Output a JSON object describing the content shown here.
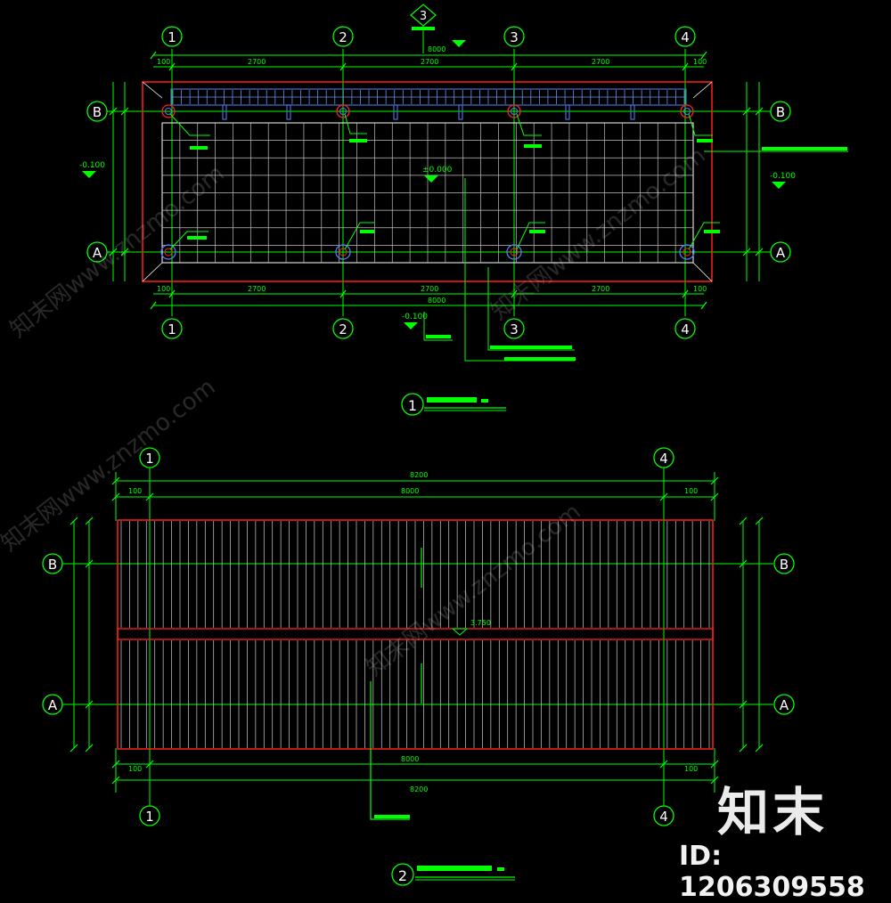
{
  "grid_labels": {
    "cols": [
      "1",
      "2",
      "3",
      "4"
    ],
    "rows": [
      "A",
      "B"
    ]
  },
  "plan1": {
    "section_marker": "3",
    "title_number": "1",
    "dim_total_top": "8000",
    "dim_total_bottom": "8000",
    "dim_span": "2700",
    "dim_edge": "100",
    "level_left": "-0.100",
    "level_right": "-0.100",
    "level_bottom": "-0.100",
    "level_center": "±0.000"
  },
  "plan2": {
    "title_number": "2",
    "dim_total": "8200",
    "dim_inner": "8000",
    "dim_edge": "100",
    "level_ridge": "3.750"
  },
  "watermark": {
    "brand": "知末",
    "id": "ID: 1206309558",
    "site": "知末网www.znzmo.com"
  },
  "colors": {
    "background": "#000000",
    "axis": "#00ff00",
    "outline": "#ff2020",
    "grid": "#ffffff",
    "pergola": "#4a6fd0",
    "leader": "#00ff00",
    "watermark": "#ffffff"
  }
}
